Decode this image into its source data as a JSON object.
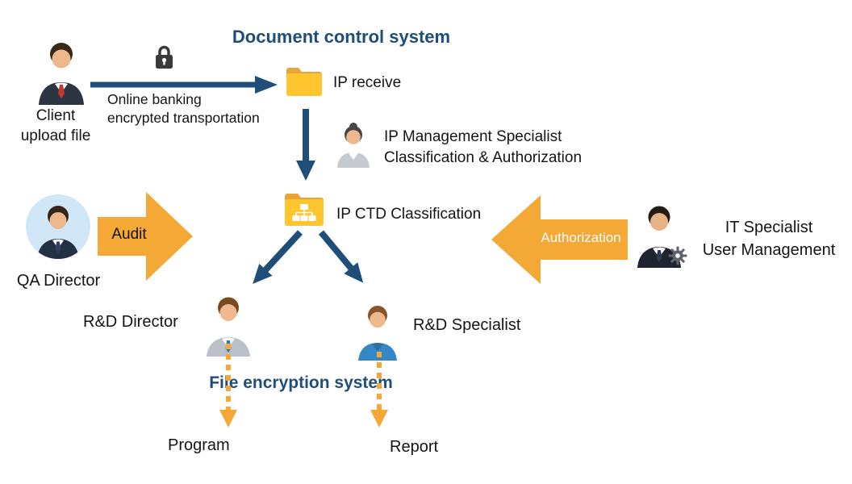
{
  "colors": {
    "title_blue": "#1f4e79",
    "arrow_blue": "#1f4e79",
    "accent_orange": "#f4a836",
    "folder_yellow": "#fec52e"
  },
  "titles": {
    "document_control_system": "Document control system",
    "file_encryption_system": "File encryption system"
  },
  "client": {
    "line1": "Client",
    "line2": "upload file"
  },
  "transport": {
    "line1": "Online banking",
    "line2": "encrypted transportation"
  },
  "ip_receive": {
    "label": "IP receive"
  },
  "ip_management": {
    "line1": "IP Management Specialist",
    "line2": "Classification & Authorization"
  },
  "ip_ctd": {
    "label": "IP CTD Classification"
  },
  "qa": {
    "label": "QA Director"
  },
  "audit": {
    "label": "Audit"
  },
  "authorization": {
    "label": "Authorization"
  },
  "it": {
    "line1": "IT Specialist",
    "line2": "User Management"
  },
  "rd_director": {
    "label": "R&D Director"
  },
  "rd_specialist": {
    "label": "R&D Specialist"
  },
  "outputs": {
    "program": "Program",
    "report": "Report"
  }
}
